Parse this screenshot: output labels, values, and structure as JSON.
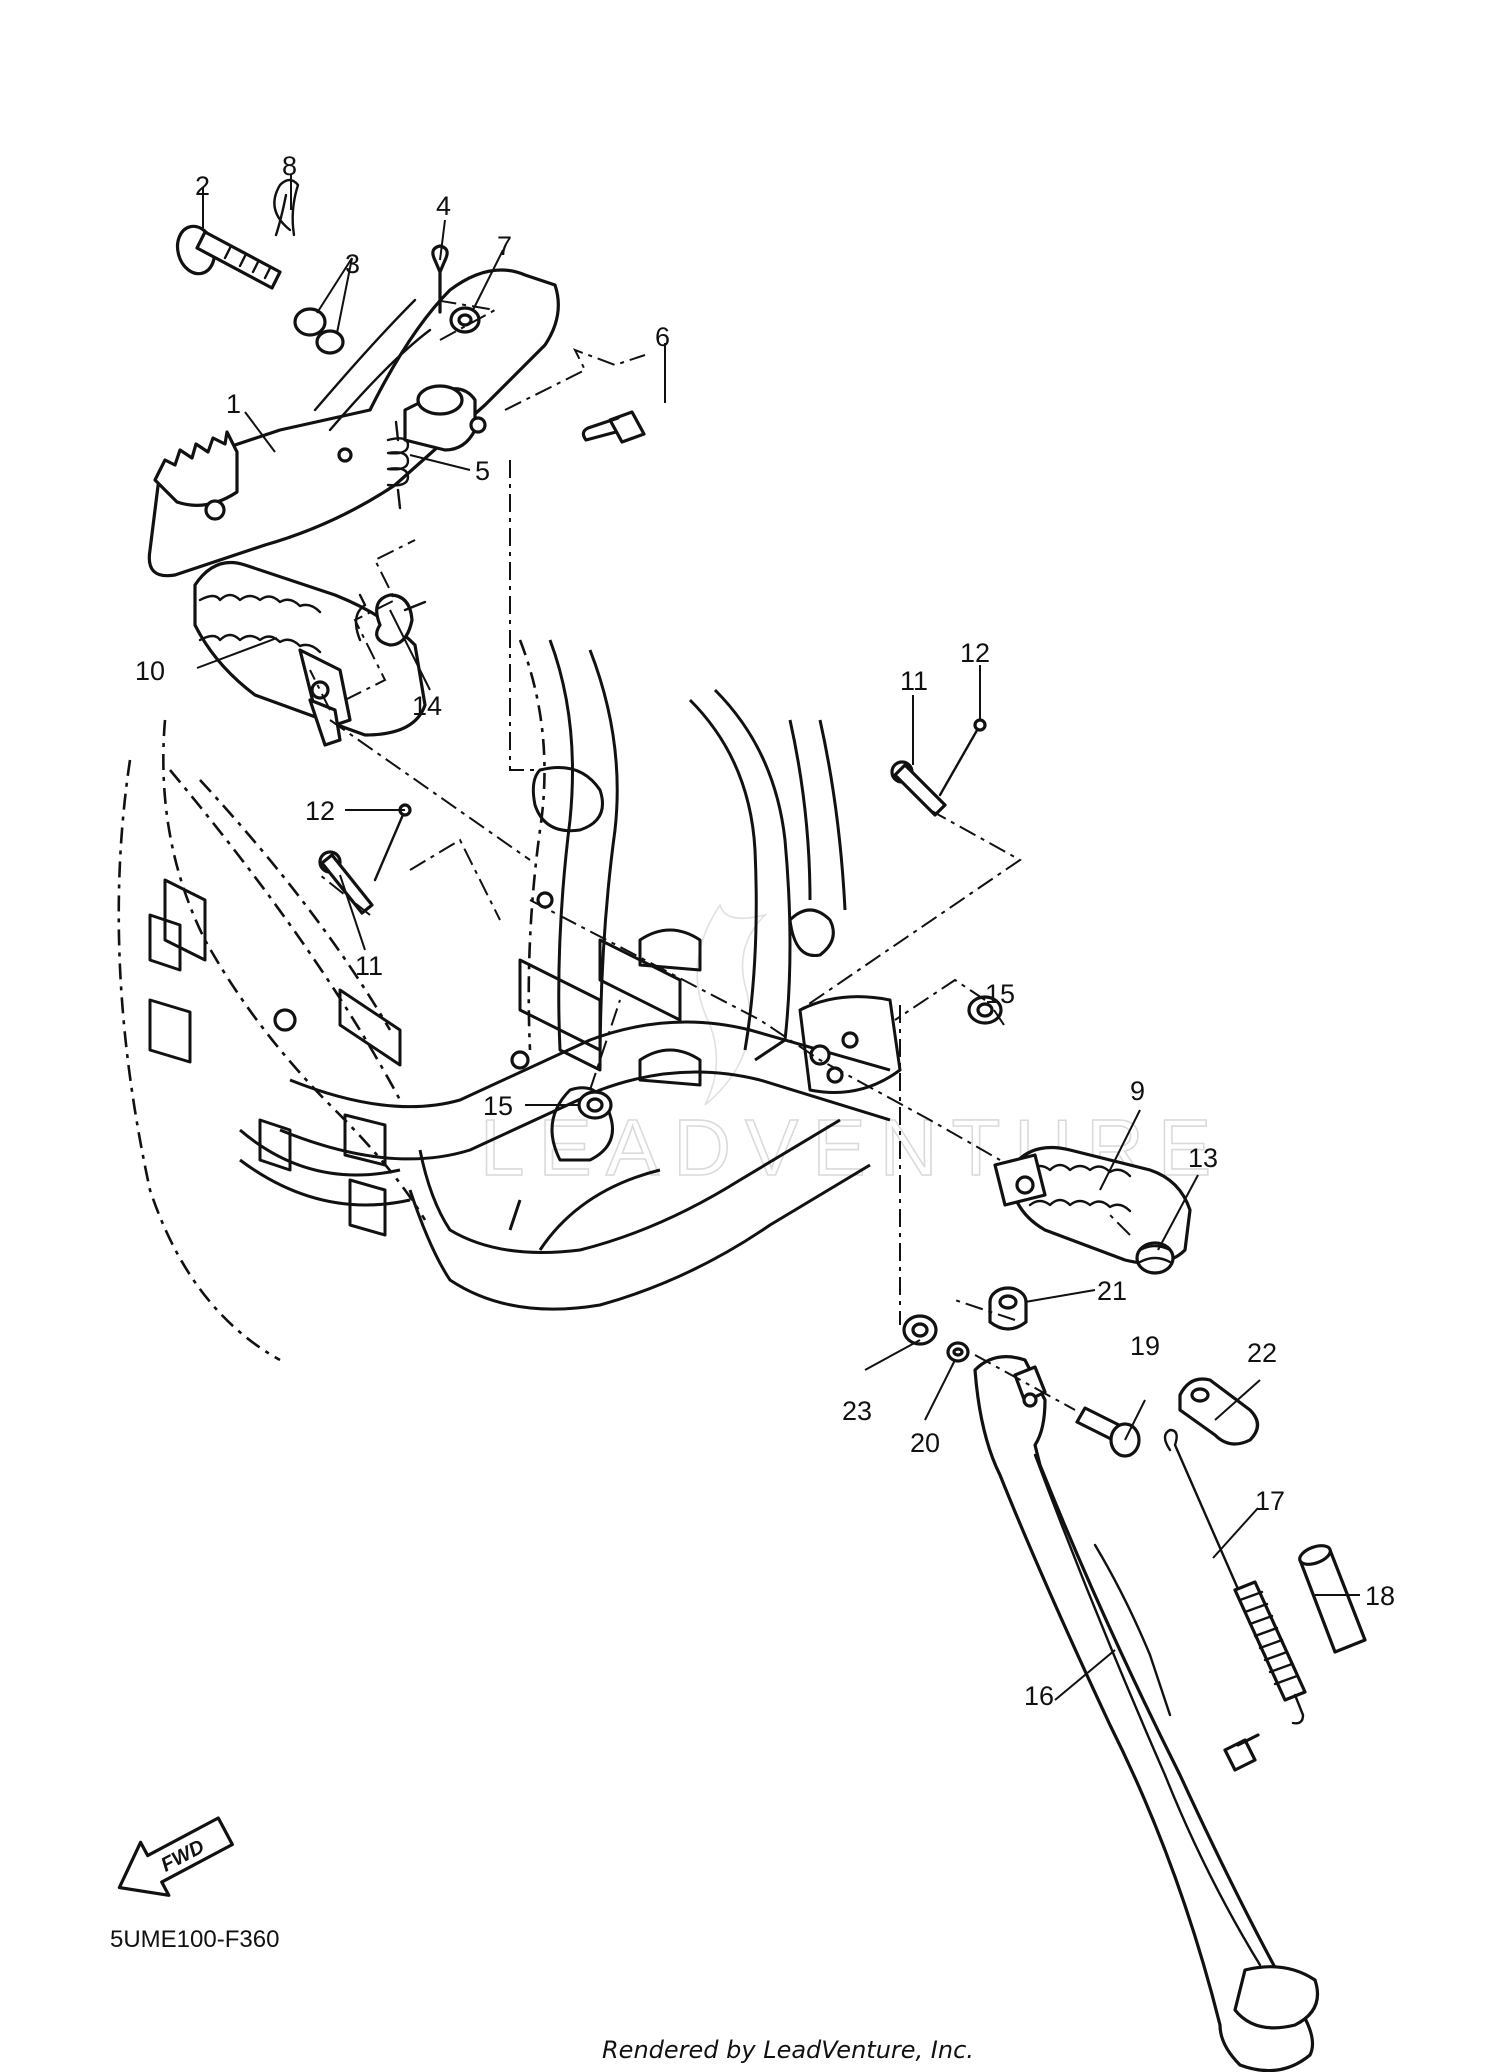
{
  "diagram": {
    "part_code": "5UME100-F360",
    "footer": "Rendered by LeadVenture, Inc.",
    "fwd_label": "FWD",
    "watermark": "LEADVENTURE",
    "callouts": [
      "1",
      "2",
      "3",
      "4",
      "5",
      "6",
      "7",
      "8",
      "9",
      "10",
      "11",
      "11",
      "12",
      "12",
      "13",
      "14",
      "15",
      "15",
      "16",
      "17",
      "18",
      "19",
      "20",
      "21",
      "22",
      "23"
    ]
  }
}
